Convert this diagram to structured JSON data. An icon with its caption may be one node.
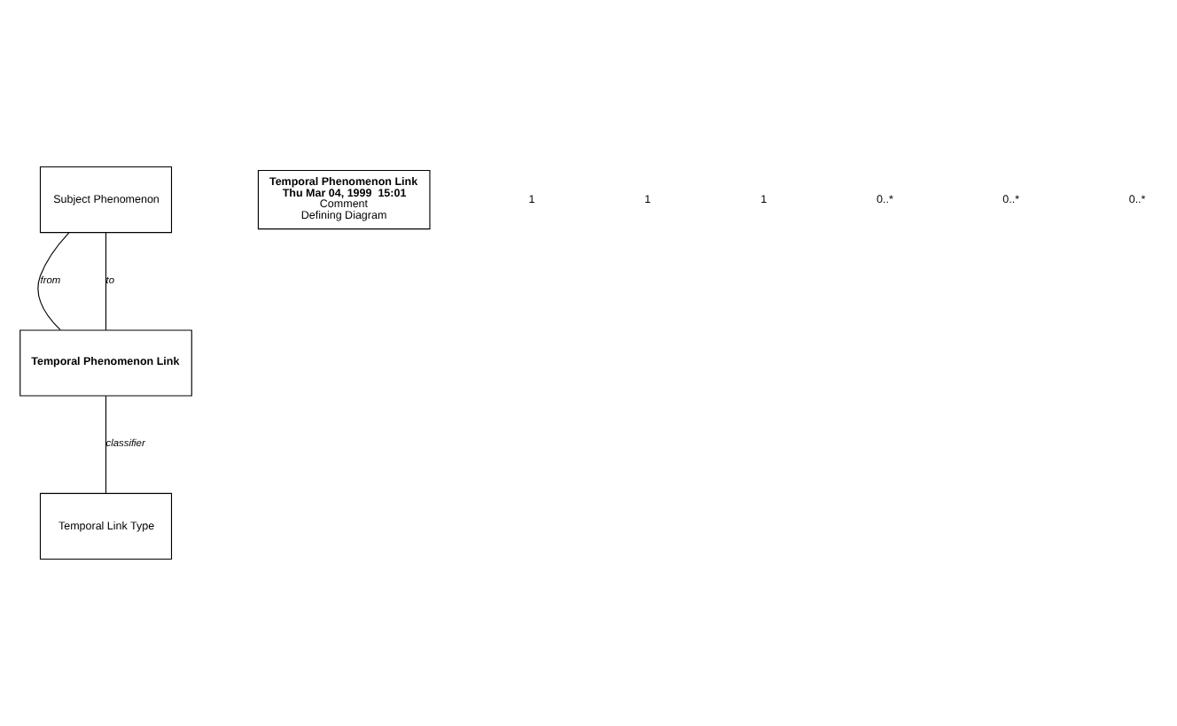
{
  "diagram": {
    "nodes": [
      {
        "text": [
          "Subject Phenomenon"
        ]
      },
      {
        "text": [
          "Temporal Link Type"
        ]
      },
      {
        "text": [
          "Temporal Phenomenon Link"
        ]
      },
      {
        "text": [
          "Temporal Phenomenon Link",
          "Thu Mar 04, 1999  15:01",
          "Comment",
          "Defining Diagram"
        ]
      }
    ],
    "edges": [
      {
        "from": 0,
        "to": 2,
        "arrow": "none",
        "label": "from"
      },
      {
        "from": 0,
        "to": 2,
        "arrow": "none",
        "label": "to"
      },
      {
        "from": 2,
        "to": 1,
        "arrow": "none",
        "label": "classifier"
      }
    ],
    "labels": [
      "1",
      "1",
      "1",
      "0..*",
      "0..*",
      "0..*"
    ]
  }
}
